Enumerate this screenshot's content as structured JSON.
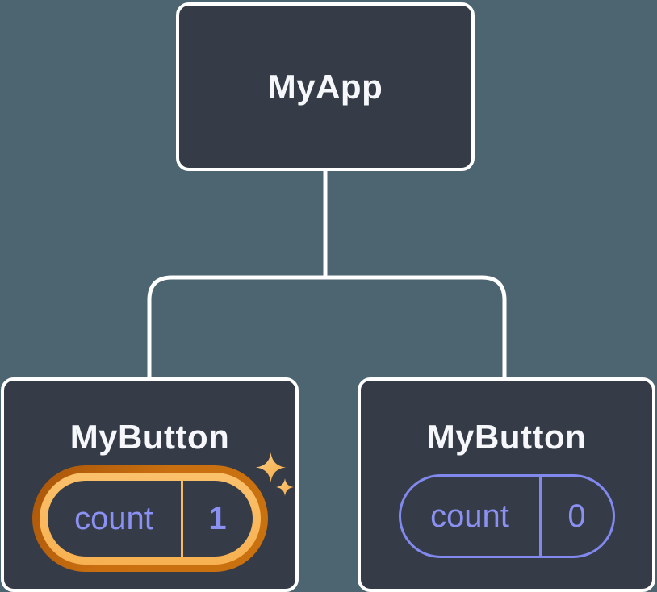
{
  "diagram": {
    "background_color": "#4c6570",
    "node_fill_color": "#353b47",
    "node_border_color": "#ffffff",
    "state_text_color": "#8a91f2",
    "highlight_ring_outer_color": "#c9710f",
    "highlight_ring_inner_color": "#f9bb61",
    "sparkle_color": "#f8bb60",
    "root": {
      "label": "MyApp"
    },
    "children": [
      {
        "label": "MyButton",
        "highlighted": true,
        "state": {
          "key": "count",
          "value": "1"
        }
      },
      {
        "label": "MyButton",
        "highlighted": false,
        "state": {
          "key": "count",
          "value": "0"
        }
      }
    ]
  }
}
